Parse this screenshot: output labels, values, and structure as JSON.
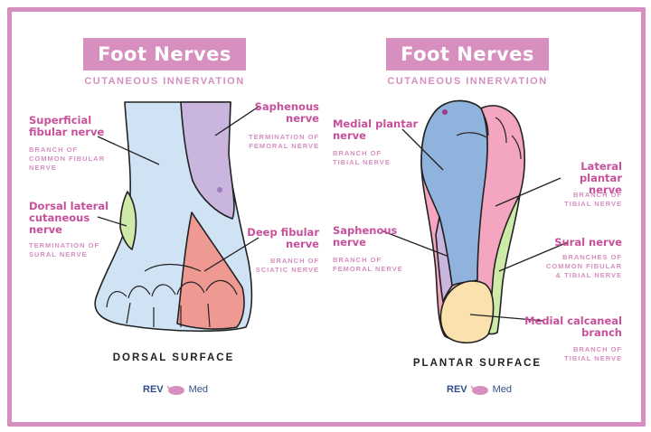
{
  "left": {
    "title": "Foot Nerves",
    "subtitle": "CUTANEOUS INNERVATION",
    "surface": "DORSAL SURFACE",
    "labels": {
      "superficial": {
        "name": "Superficial fibular nerve",
        "line1": "Superficial",
        "line2": "fibular nerve",
        "sub1": "BRANCH OF",
        "sub2": "COMMON FIBULAR",
        "sub3": "NERVE"
      },
      "dorsal_lateral": {
        "line1": "Dorsal lateral",
        "line2": "cutaneous",
        "line3": "nerve",
        "sub1": "TERMINATION OF",
        "sub2": "SURAL NERVE"
      },
      "saphenous": {
        "line1": "Saphenous",
        "line2": "nerve",
        "sub1": "TERMINATION OF",
        "sub2": "FEMORAL NERVE"
      },
      "deep_fibular": {
        "line1": "Deep fibular",
        "line2": "nerve",
        "sub1": "BRANCH OF",
        "sub2": "SCIATIC NERVE"
      }
    },
    "logo": {
      "rev": "REV",
      "med": "Med"
    }
  },
  "right": {
    "title": "Foot Nerves",
    "subtitle": "CUTANEOUS INNERVATION",
    "surface": "PLANTAR SURFACE",
    "labels": {
      "medial_plantar": {
        "line1": "Medial plantar",
        "line2": "nerve",
        "sub1": "BRANCH OF",
        "sub2": "TIBIAL NERVE"
      },
      "lateral_plantar": {
        "line1": "Lateral plantar",
        "line2": "nerve",
        "sub1": "BRANCH OF",
        "sub2": "TIBIAL NERVE"
      },
      "saphenous": {
        "line1": "Saphenous",
        "line2": "nerve",
        "sub1": "BRANCH OF",
        "sub2": "FEMORAL NERVE"
      },
      "sural": {
        "line1": "Sural nerve",
        "sub1": "BRANCHES OF",
        "sub2": "COMMON FIBULAR",
        "sub3": "& TIBIAL NERVE"
      },
      "medial_calcaneal": {
        "line1": "Medial calcaneal",
        "line2": "branch",
        "sub1": "BRANCH OF",
        "sub2": "TIBIAL NERVE"
      }
    },
    "logo": {
      "rev": "REV",
      "med": "Med"
    }
  },
  "colors": {
    "accent": "#d68fbf",
    "label_pink": "#c8509b",
    "superficial_fibular": "#cfe3f5",
    "saphenous": "#c9b5dd",
    "deep_fibular": "#ee9a93",
    "sural": "#cdeaa8",
    "medial_plantar": "#8fb3dc",
    "lateral_plantar": "#f4a6c0",
    "medial_calcaneal": "#fbe1ae"
  }
}
